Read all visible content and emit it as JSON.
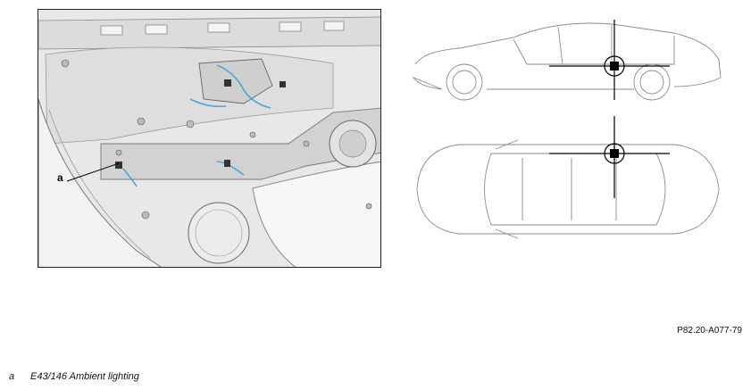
{
  "callout": {
    "label": "a"
  },
  "figure_id": "P82.20-A077-79",
  "legend": [
    {
      "key": "a",
      "text": "E43/146 Ambient lighting"
    }
  ],
  "colors": {
    "wire_blue": "#4aa6d8",
    "line": "#333333",
    "panel_bg": "#e6e6e6"
  }
}
